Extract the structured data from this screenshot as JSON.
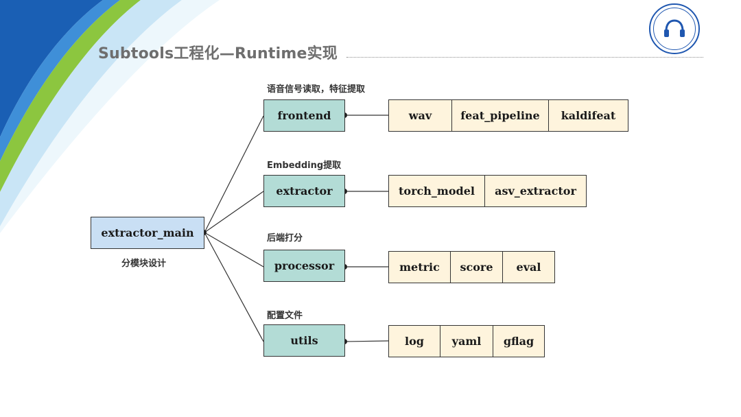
{
  "slide": {
    "title": "Subtools工程化—Runtime实现"
  },
  "root": {
    "label": "extractor_main",
    "caption": "分模块设计"
  },
  "modules": [
    {
      "label": "frontend",
      "caption": "语音信号读取，特征提取",
      "items": [
        "wav",
        "feat_pipeline",
        "kaldifeat"
      ]
    },
    {
      "label": "extractor",
      "caption": "Embedding提取",
      "items": [
        "torch_model",
        "asv_extractor"
      ]
    },
    {
      "label": "processor",
      "caption": "后端打分",
      "items": [
        "metric",
        "score",
        "eval"
      ]
    },
    {
      "label": "utils",
      "caption": "配置文件",
      "items": [
        "log",
        "yaml",
        "gflag"
      ]
    }
  ],
  "colors": {
    "root_fill": "#c9dff4",
    "module_fill": "#b3dcd6",
    "leaf_fill": "#fef4dd",
    "title": "#6e6e6e",
    "logo": "#1f57b0"
  }
}
